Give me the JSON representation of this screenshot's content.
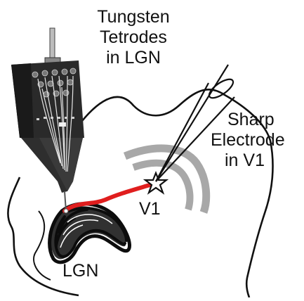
{
  "labels": {
    "tetrodes": [
      "Tungsten",
      "Tetrodes",
      "in LGN"
    ],
    "sharp": [
      "Sharp",
      "Electrode",
      "in V1"
    ],
    "v1": "V1",
    "lgn": "LGN"
  },
  "colors": {
    "outline": "#111111",
    "connection": "#e01e1e",
    "v1_band": "#a8a8a8",
    "drive_body": "#2a2a2a",
    "lgn": "#0d0d0d"
  },
  "icons": {
    "recording_site": "star-icon",
    "microdrive": "microdrive-icon",
    "electrode": "sharp-electrode-icon"
  }
}
